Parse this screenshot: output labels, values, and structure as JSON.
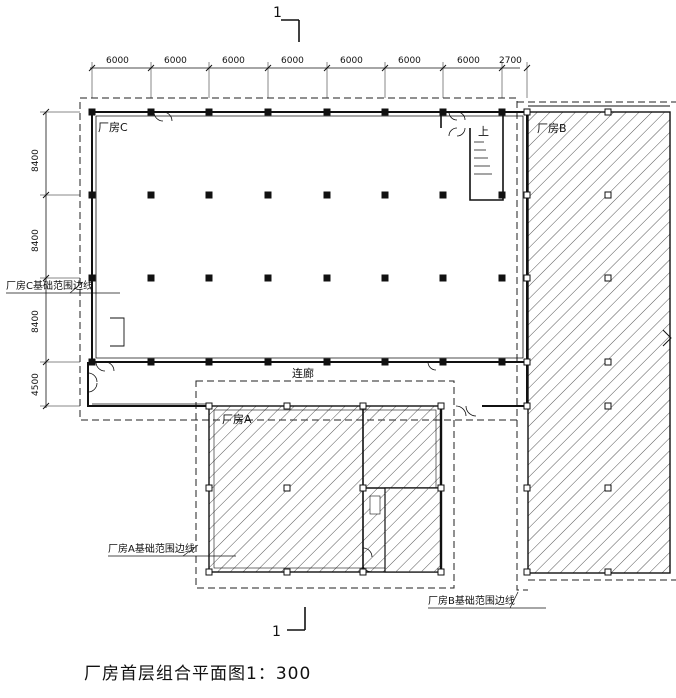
{
  "drawing": {
    "title": "厂房首层组合平面图1：300",
    "section_mark": "1",
    "dimensions_top": [
      "6000",
      "6000",
      "6000",
      "6000",
      "6000",
      "6000",
      "6000",
      "2700"
    ],
    "dimensions_left": [
      "8400",
      "8400",
      "8400",
      "4500"
    ]
  },
  "labels": {
    "building_c": "厂房C",
    "building_b": "厂房B",
    "building_a": "厂房A",
    "corridor": "连廊",
    "stair_up": "上",
    "boundary_c": "厂房C基础范围边线",
    "boundary_a": "厂房A基础范围边线",
    "boundary_b": "厂房B基础范围边线"
  }
}
